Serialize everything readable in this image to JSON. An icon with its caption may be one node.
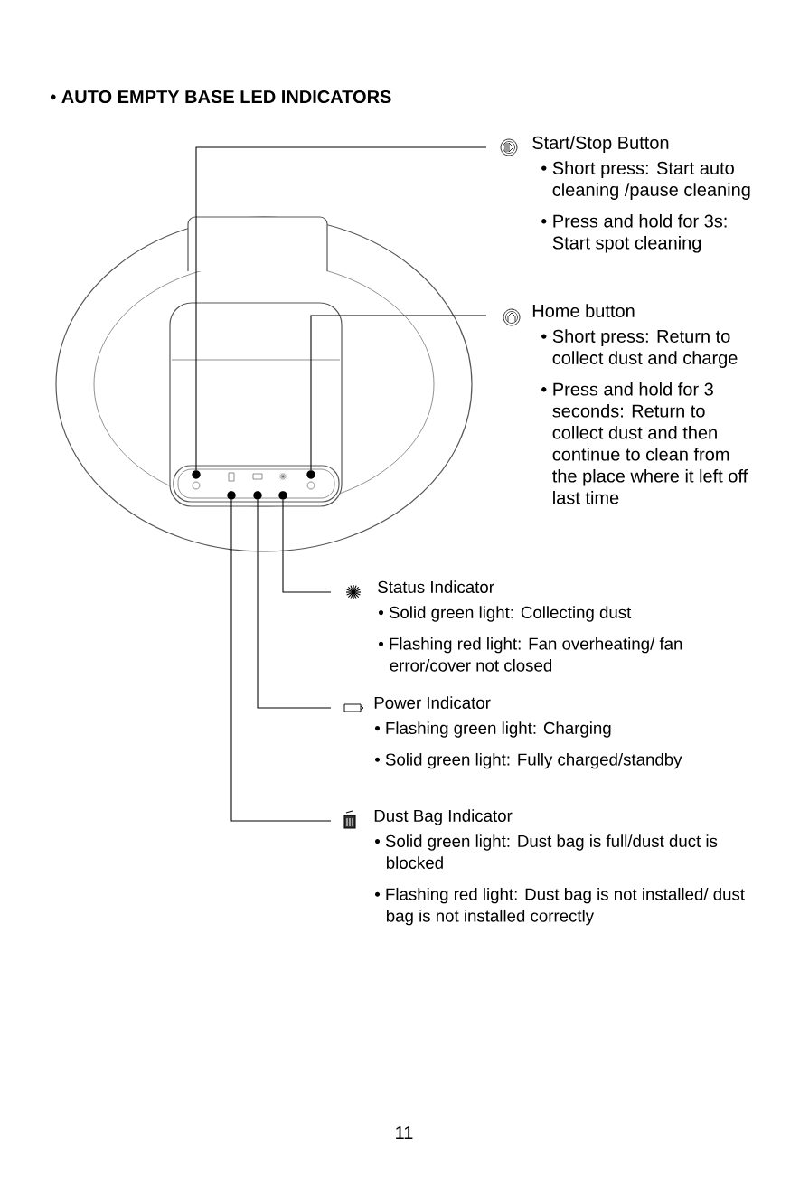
{
  "diagram": {
    "title": "• AUTO EMPTY BASE LED INDICATORS",
    "nodes": [
      {
        "text": [
          "Start/Stop Button",
          "• Short press: Start auto cleaning /pause cleaning",
          "• Press and hold for 3s: Start spot cleaning"
        ]
      },
      {
        "text": [
          "Home button",
          "• Short press: Return to collect dust and charge",
          "• Press and hold for 3 seconds: Return to collect dust and then continue to clean from the place where it left off last time"
        ]
      },
      {
        "text": [
          "Status Indicator",
          "• Solid green light: Collecting dust",
          "• Flashing red light: Fan overheating/ fan error/cover not closed"
        ]
      },
      {
        "text": [
          "Power Indicator",
          "• Flashing green light: Charging",
          "• Solid green light: Fully charged/standby"
        ]
      },
      {
        "text": [
          "Dust Bag Indicator",
          "• Solid green light: Dust bag is full/dust duct is blocked",
          "• Flashing red light: Dust bag is not installed/ dust bag is not installed correctly"
        ]
      },
      {
        "text": [],
        "shape": "circle"
      },
      {
        "text": [],
        "shape": "circle"
      },
      {
        "text": [],
        "shape": "circle"
      },
      {
        "text": [],
        "shape": "circle"
      },
      {
        "text": [],
        "shape": "circle"
      }
    ],
    "edges": [
      {
        "from": 0,
        "to": 5,
        "arrow": "none"
      },
      {
        "from": 1,
        "to": 9,
        "arrow": "none"
      },
      {
        "from": 2,
        "to": 8,
        "arrow": "none"
      },
      {
        "from": 3,
        "to": 7,
        "arrow": "none"
      },
      {
        "from": 4,
        "to": 6,
        "arrow": "none"
      }
    ],
    "labels": [
      "11"
    ]
  }
}
